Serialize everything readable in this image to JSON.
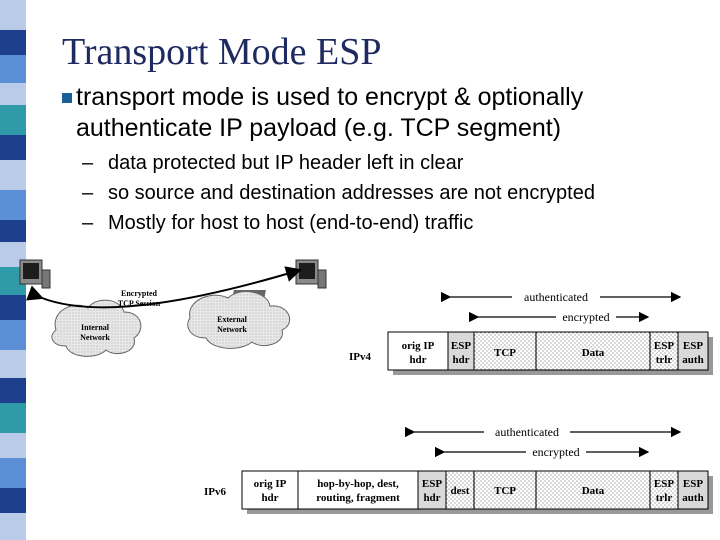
{
  "slide": {
    "title": "Transport Mode ESP",
    "bullet": "transport mode is used to encrypt & optionally authenticate IP payload (e.g. TCP segment)",
    "sub_bullets": [
      "data protected but IP header left in clear",
      "so source and destination addresses are not encrypted",
      "Mostly for host to host (end-to-end) traffic"
    ],
    "dash": "–"
  },
  "network": {
    "tunnel_label_1": "Encrypted",
    "tunnel_label_2": "TCP Session",
    "internal_1": "Internal",
    "internal_2": "Network",
    "external_1": "External",
    "external_2": "Network"
  },
  "ipv4": {
    "label": "IPv4",
    "authenticated": "authenticated",
    "encrypted": "encrypted",
    "orig_ip_1": "orig IP",
    "orig_ip_2": "hdr",
    "esp_hdr_1": "ESP",
    "esp_hdr_2": "hdr",
    "tcp": "TCP",
    "data": "Data",
    "esp_trlr_1": "ESP",
    "esp_trlr_2": "trlr",
    "esp_auth_1": "ESP",
    "esp_auth_2": "auth"
  },
  "ipv6": {
    "label": "IPv6",
    "authenticated": "authenticated",
    "encrypted": "encrypted",
    "orig_ip_1": "orig IP",
    "orig_ip_2": "hdr",
    "ext_1": "hop-by-hop, dest,",
    "ext_2": "routing, fragment",
    "esp_hdr_1": "ESP",
    "esp_hdr_2": "hdr",
    "dest": "dest",
    "tcp": "TCP",
    "data": "Data",
    "esp_trlr_1": "ESP",
    "esp_trlr_2": "trlr",
    "esp_auth_1": "ESP",
    "esp_auth_2": "auth"
  },
  "colors": {
    "title": "#1e2a60",
    "bullet": "#1a5f9a",
    "stripe_dark": "#1e3f8c",
    "stripe_mid": "#5b8fd6",
    "stripe_light": "#b9cbe8",
    "stripe_teal": "#2f9aa8",
    "esp_fill": "#d9d9d9"
  }
}
